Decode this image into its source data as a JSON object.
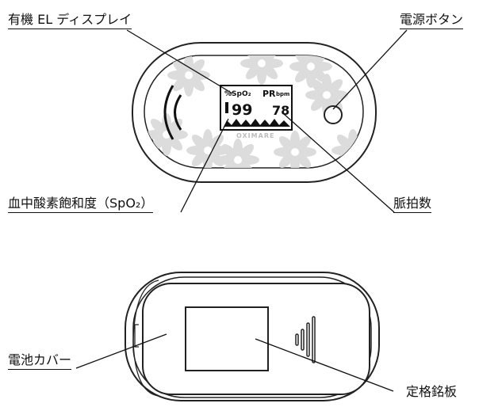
{
  "labels": {
    "oled_display": "有機 EL ディスプレイ",
    "power_button": "電源ボタン",
    "spo2": "血中酸素飽和度（SpO₂）",
    "pulse_rate": "脈拍数",
    "battery_cover": "電池カバー",
    "rating_plate": "定格銘板"
  },
  "screen": {
    "header_spo2": "%SpO₂",
    "header_pr": "PR",
    "header_bpm": "bpm",
    "spo2_value": "99",
    "pr_value": "78",
    "brand": "OXIMARE"
  },
  "colors": {
    "outline": "#222222",
    "petal": "#dcdcdc",
    "screen_bg": "#ffffff"
  }
}
